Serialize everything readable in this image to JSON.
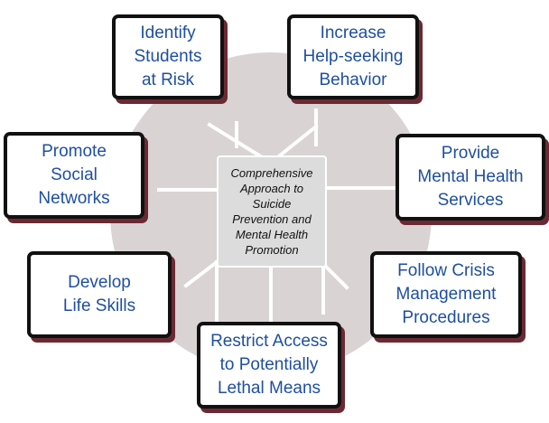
{
  "colors": {
    "circle": "#d9d3d3",
    "spoke": "#ffffff",
    "box_border": "#111111",
    "box_shadow": "#6b2a33",
    "node_text": "#1f4fa0",
    "center_fill": "#dcdcdc"
  },
  "center": {
    "text": "Comprehensive\nApproach to\nSuicide\nPrevention and\nMental Health\nPromotion"
  },
  "nodes": [
    {
      "id": "identify",
      "text": "Identify\nStudents\nat Risk"
    },
    {
      "id": "increase",
      "text": "Increase\nHelp-seeking\nBehavior"
    },
    {
      "id": "provide",
      "text": "Provide\nMental Health\nServices"
    },
    {
      "id": "crisis",
      "text": "Follow Crisis\nManagement\nProcedures"
    },
    {
      "id": "restrict",
      "text": "Restrict Access\nto Potentially\nLethal Means"
    },
    {
      "id": "develop",
      "text": "Develop\nLife Skills"
    },
    {
      "id": "promote",
      "text": "Promote\nSocial\nNetworks"
    }
  ]
}
